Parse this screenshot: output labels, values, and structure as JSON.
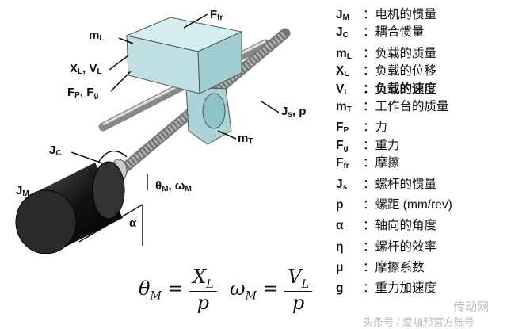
{
  "diagram_labels": {
    "F_fr": {
      "main": "F",
      "sub": "fr"
    },
    "m_L": {
      "main": "m",
      "sub": "L"
    },
    "X_L_V_L": {
      "a": "X",
      "a_sub": "L",
      "sep": ", ",
      "b": "V",
      "b_sub": "L"
    },
    "F_P_F_g": {
      "a": "F",
      "a_sub": "P",
      "sep": ", ",
      "b": "F",
      "b_sub": "g"
    },
    "J_s_p": {
      "a": "J",
      "a_sub": "s",
      "sep": ", p"
    },
    "m_T": {
      "main": "m",
      "sub": "T"
    },
    "J_C": {
      "main": "J",
      "sub": "C"
    },
    "theta_omega": {
      "a": "θ",
      "a_sub": "M",
      "sep": ", ",
      "b": "ω",
      "b_sub": "M"
    },
    "J_M": {
      "main": "J",
      "sub": "M"
    },
    "alpha": "α"
  },
  "formulas": [
    {
      "lhs": "θ",
      "lhs_sub": "M",
      "eq": " = ",
      "num": "X",
      "num_sub": "L",
      "den": "p"
    },
    {
      "lhs": "ω",
      "lhs_sub": "M",
      "eq": " = ",
      "num": "V",
      "num_sub": "L",
      "den": "p"
    }
  ],
  "legend": [
    {
      "sym": "J",
      "sub": "M",
      "desc": "：电机的惯量"
    },
    {
      "sym": "J",
      "sub": "C",
      "desc": "：耦合惯量"
    },
    {
      "sym": "m",
      "sub": "L",
      "desc": "：负载的质量"
    },
    {
      "sym": "X",
      "sub": "L",
      "desc": "：负载的位移"
    },
    {
      "sym": "V",
      "sub": "L",
      "desc": "：负载的速度"
    },
    {
      "sym": "m",
      "sub": "T",
      "desc": "：工作台的质量"
    },
    {
      "sym": "F",
      "sub": "P",
      "desc": "：力"
    },
    {
      "sym": "F",
      "sub": "g",
      "desc": "：重力"
    },
    {
      "sym": "F",
      "sub": "fr",
      "desc": "：摩擦"
    },
    {
      "sym": "J",
      "sub": "s",
      "desc": "：螺杆的惯量"
    },
    {
      "sym": "p",
      "sub": "",
      "desc": "：螺距 (mm/rev)"
    },
    {
      "sym": "α",
      "sub": "",
      "desc": "：轴向的角度"
    },
    {
      "sym": "η",
      "sub": "",
      "desc": "：螺杆的效率"
    },
    {
      "sym": "μ",
      "sub": "",
      "desc": "：摩擦系数"
    },
    {
      "sym": "g",
      "sub": "",
      "desc": "：重力加速度"
    }
  ],
  "watermark": {
    "line1": "传动网",
    "line2": "头条号 / 爱咖邦官方账号"
  },
  "colors": {
    "block": "#bfe0e2",
    "motor": "#1a1a1a",
    "shaft": "#9a9a9a"
  }
}
